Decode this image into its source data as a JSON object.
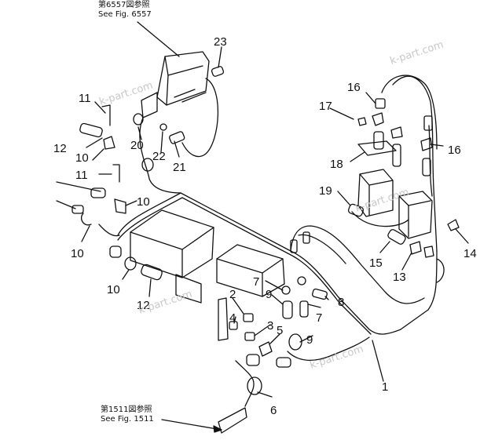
{
  "references": {
    "top": {
      "line1": "第6557図参照",
      "line2": "See  Fig. 6557"
    },
    "bottom": {
      "line1": "第1511図参照",
      "line2": "See  Fig. 1511"
    }
  },
  "watermarks": [
    "k-part.com",
    "k-part.com",
    "k-part.com",
    "k-part.com",
    "k-part.com"
  ],
  "callouts": {
    "c1": "1",
    "c2": "2",
    "c3": "3",
    "c4": "4",
    "c5": "5",
    "c6": "6",
    "c7a": "7",
    "c7b": "7",
    "c8": "8",
    "c9a": "9",
    "c9b": "9",
    "c10a": "10",
    "c10b": "10",
    "c10c": "10",
    "c10d": "10",
    "c11a": "11",
    "c11b": "11",
    "c12a": "12",
    "c12b": "12",
    "c13": "13",
    "c14": "14",
    "c15": "15",
    "c16a": "16",
    "c16b": "16",
    "c17": "17",
    "c18": "18",
    "c19": "19",
    "c20": "20",
    "c21": "21",
    "c22": "22",
    "c23": "23"
  }
}
